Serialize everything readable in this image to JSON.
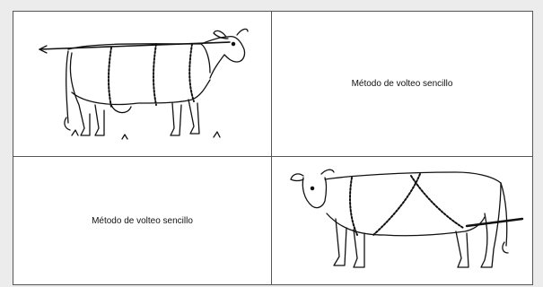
{
  "captions": {
    "top_right": "Método de volteo sencillo",
    "bottom_left": "Método de volteo sencillo"
  },
  "figures": {
    "top_left": {
      "subject": "cow-facing-right-with-rope-casting"
    },
    "bottom_right": {
      "subject": "cow-facing-left-with-cross-rope-casting"
    }
  }
}
